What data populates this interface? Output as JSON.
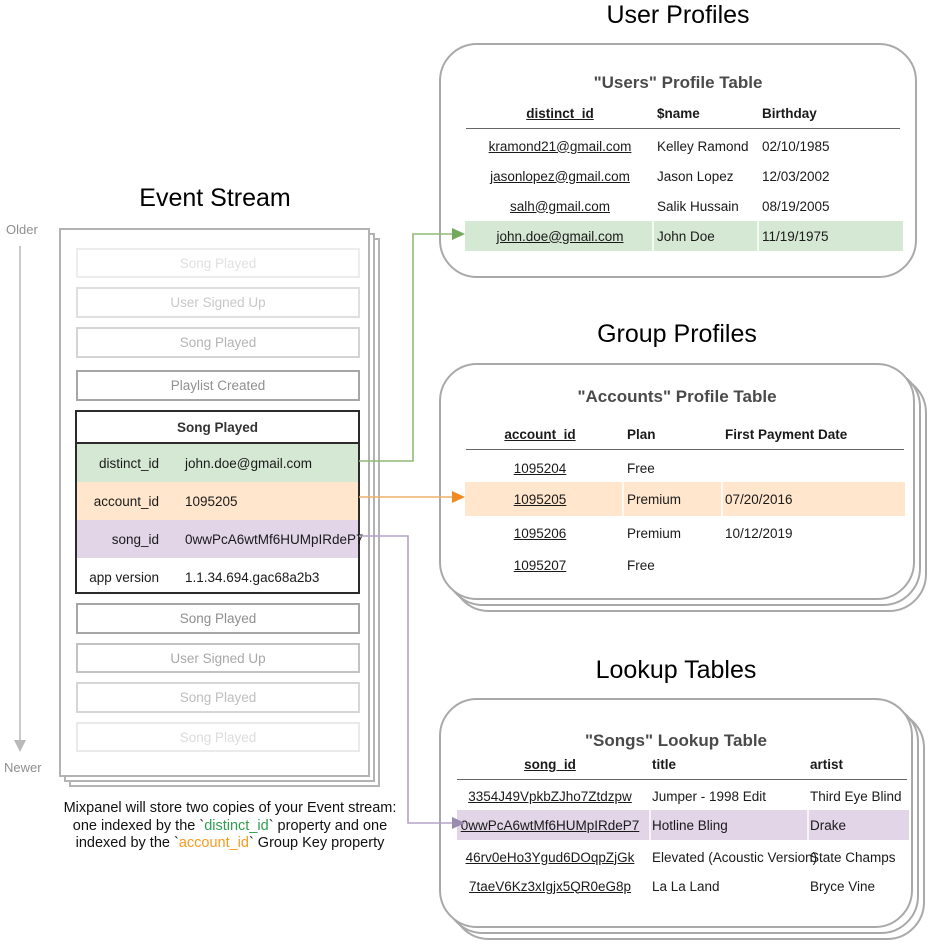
{
  "titles": {
    "event_stream": "Event Stream",
    "user_profiles": "User Profiles",
    "group_profiles": "Group Profiles",
    "lookup_tables": "Lookup Tables"
  },
  "timeline": {
    "older": "Older",
    "newer": "Newer"
  },
  "event_stream": {
    "ghost_events_top": [
      "Song Played",
      "User Signed Up",
      "Song Played",
      "Playlist Created"
    ],
    "expanded_event": {
      "name": "Song Played",
      "properties": [
        {
          "key": "distinct_id",
          "value": "john.doe@gmail.com",
          "highlight": "green"
        },
        {
          "key": "account_id",
          "value": "1095205",
          "highlight": "orange"
        },
        {
          "key": "song_id",
          "value": "0wwPcA6wtMf6HUMpIRdeP7",
          "highlight": "purple"
        },
        {
          "key": "app version",
          "value": "1.1.34.694.gac68a2b3",
          "highlight": "none"
        }
      ]
    },
    "ghost_events_bottom": [
      "Song Played",
      "User Signed Up",
      "Song Played",
      "Song Played"
    ]
  },
  "users_table": {
    "title": "\"Users\" Profile Table",
    "headers": [
      "distinct_id",
      "$name",
      "Birthday"
    ],
    "rows": [
      [
        "kramond21@gmail.com",
        "Kelley Ramond",
        "02/10/1985"
      ],
      [
        "jasonlopez@gmail.com",
        "Jason Lopez",
        "12/03/2002"
      ],
      [
        "salh@gmail.com",
        "Salik Hussain",
        "08/19/2005"
      ],
      [
        "john.doe@gmail.com",
        "John Doe",
        "11/19/1975"
      ]
    ],
    "highlighted_row_index": 3
  },
  "accounts_table": {
    "title": "\"Accounts\" Profile Table",
    "headers": [
      "account_id",
      "Plan",
      "First Payment Date"
    ],
    "rows": [
      [
        "1095204",
        "Free",
        ""
      ],
      [
        "1095205",
        "Premium",
        "07/20/2016"
      ],
      [
        "1095206",
        "Premium",
        "10/12/2019"
      ],
      [
        "1095207",
        "Free",
        ""
      ]
    ],
    "highlighted_row_index": 1
  },
  "songs_table": {
    "title": "\"Songs\" Lookup Table",
    "headers": [
      "song_id",
      "title",
      "artist"
    ],
    "rows": [
      [
        "3354J49VpkbZJho7Ztdzpw",
        "Jumper - 1998 Edit",
        "Third Eye Blind"
      ],
      [
        "0wwPcA6wtMf6HUMpIRdeP7",
        "Hotline Bling",
        "Drake"
      ],
      [
        "46rv0eHo3Ygud6DOqpZjGk",
        "Elevated (Acoustic Version)",
        "State Champs"
      ],
      [
        "7taeV6Kz3xIgjx5QR0eG8p",
        "La La Land",
        "Bryce Vine"
      ]
    ],
    "highlighted_row_index": 1
  },
  "caption": {
    "line1": "Mixpanel will store two copies of your Event stream:",
    "line2_pre": "one indexed by the `",
    "line2_code": "distinct_id",
    "line2_post": "` property and one",
    "line3_pre": "indexed by the `",
    "line3_code": "account_id",
    "line3_post": "` Group Key property"
  },
  "colors": {
    "green_bg": "#d5e8d4",
    "orange_bg": "#ffe6cc",
    "purple_bg": "#e1d5e7",
    "green_line": "#8fbb77",
    "green_head": "#74a95c",
    "orange_line": "#eeb06a",
    "orange_head": "#ef8b22",
    "purple_line": "#b3a3c7",
    "purple_head": "#998ab0",
    "timeline_gray": "#b9b9b9",
    "caption_green": "#2e9e4e",
    "caption_orange": "#f79a1f"
  },
  "event_row_styles": {
    "top": [
      {
        "border": "#ededed",
        "text": "#e0e0e0"
      },
      {
        "border": "#dfdfdf",
        "text": "#c8c8c8"
      },
      {
        "border": "#d4d4d4",
        "text": "#b4b4b4"
      },
      {
        "border": "#a6a6a6",
        "text": "#8f8f8f"
      }
    ],
    "bottom": [
      {
        "border": "#a6a6a6",
        "text": "#8f8f8f"
      },
      {
        "border": "#c2c2c2",
        "text": "#a8a8a8"
      },
      {
        "border": "#d6d6d6",
        "text": "#bebebe"
      },
      {
        "border": "#eaeaea",
        "text": "#dcdcdc"
      }
    ]
  }
}
